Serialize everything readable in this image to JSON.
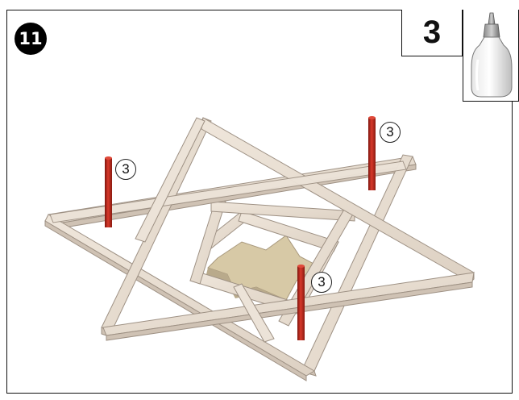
{
  "step": {
    "number": "11"
  },
  "glue": {
    "count": "3",
    "icon": "glue-bottle-icon"
  },
  "dowels": [
    {
      "label": "3"
    },
    {
      "label": "3"
    },
    {
      "label": "3"
    }
  ],
  "colors": {
    "wood": "#e9dfd3",
    "wood_shade": "#cfc2b4",
    "wood_edge": "#9e9184",
    "dowel": "#c0281c",
    "center_panel": "#d7c9a6"
  }
}
